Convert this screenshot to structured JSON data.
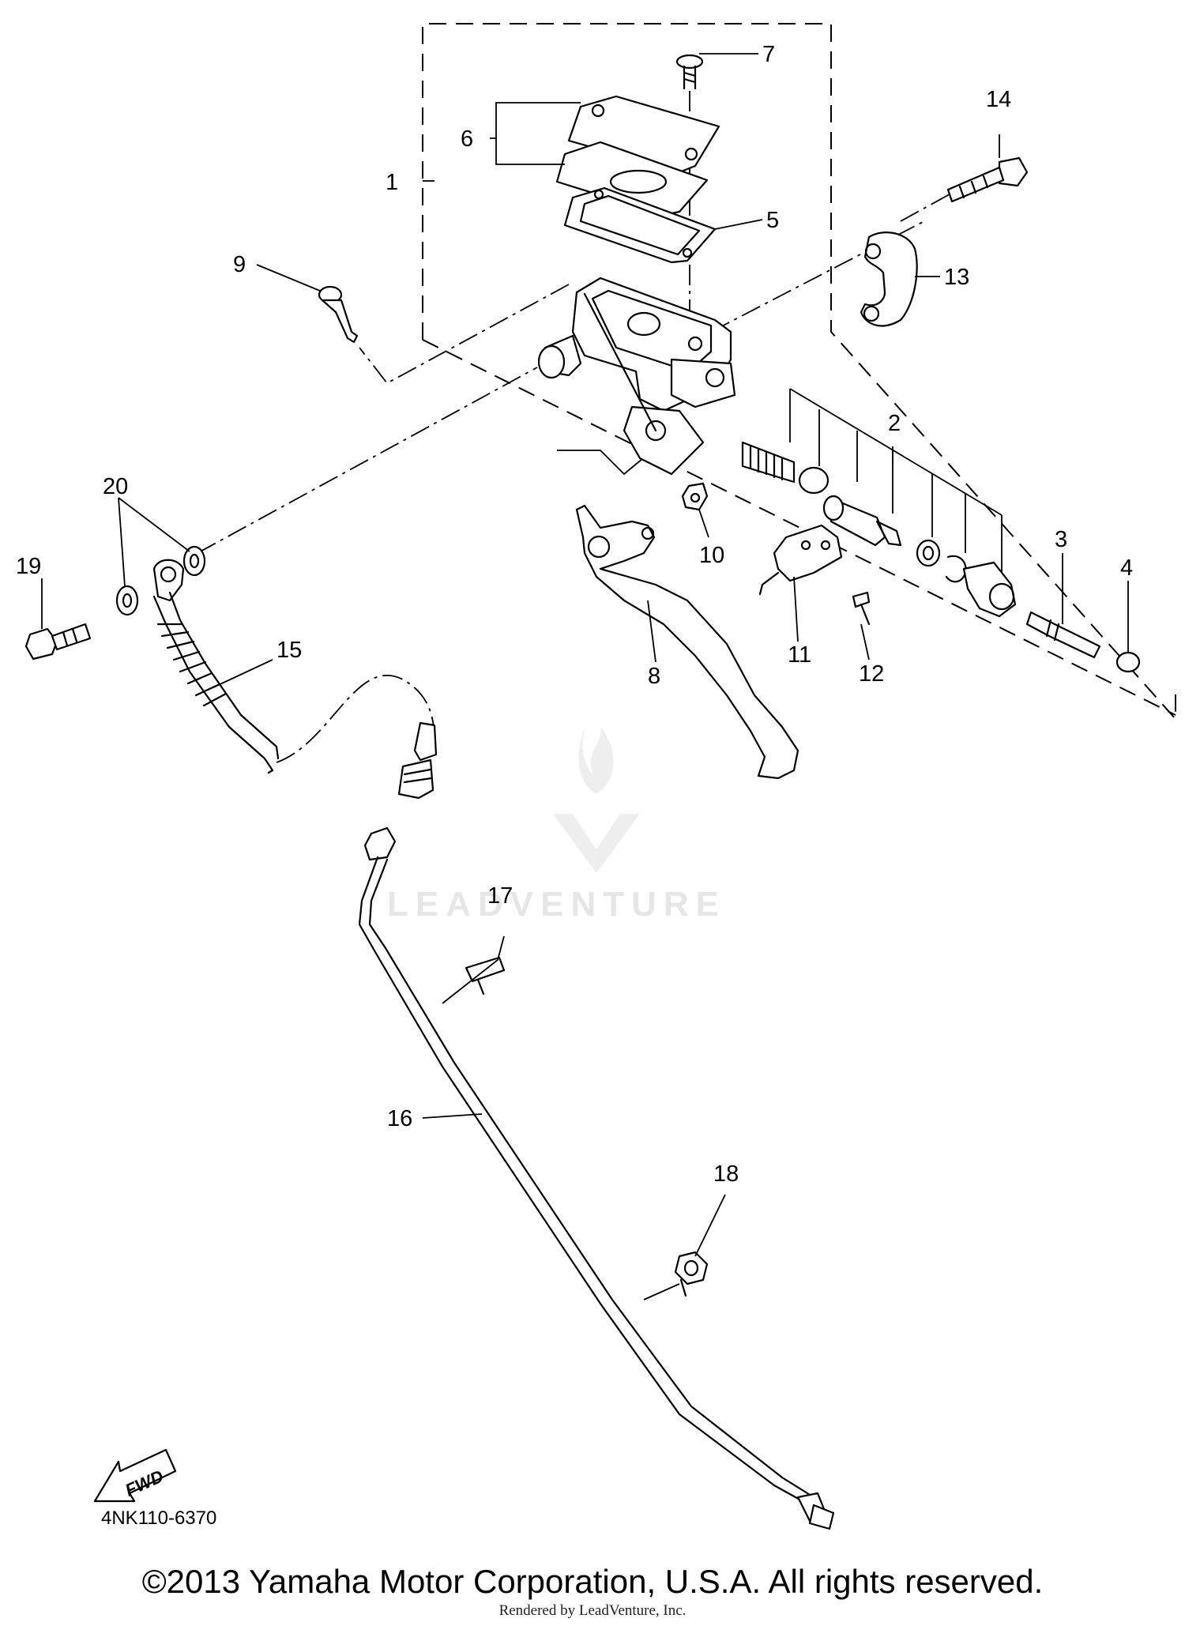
{
  "diagram": {
    "callouts": [
      {
        "id": "1",
        "text": "1"
      },
      {
        "id": "2",
        "text": "2"
      },
      {
        "id": "3",
        "text": "3"
      },
      {
        "id": "4",
        "text": "4"
      },
      {
        "id": "5",
        "text": "5"
      },
      {
        "id": "6",
        "text": "6"
      },
      {
        "id": "7",
        "text": "7"
      },
      {
        "id": "8",
        "text": "8"
      },
      {
        "id": "9",
        "text": "9"
      },
      {
        "id": "10",
        "text": "10"
      },
      {
        "id": "11",
        "text": "11"
      },
      {
        "id": "12",
        "text": "12"
      },
      {
        "id": "13",
        "text": "13"
      },
      {
        "id": "14",
        "text": "14"
      },
      {
        "id": "15",
        "text": "15"
      },
      {
        "id": "16",
        "text": "16"
      },
      {
        "id": "17",
        "text": "17"
      },
      {
        "id": "18",
        "text": "18"
      },
      {
        "id": "19",
        "text": "19"
      },
      {
        "id": "20",
        "text": "20"
      }
    ],
    "direction_label": "FWD",
    "drawing_code": "4NK110-6370"
  },
  "watermark": {
    "brand": "LEADVENTURE"
  },
  "footer": {
    "copyright": "©2013 Yamaha Motor Corporation, U.S.A. All rights reserved.",
    "rendered_by": "Rendered by LeadVenture, Inc."
  }
}
